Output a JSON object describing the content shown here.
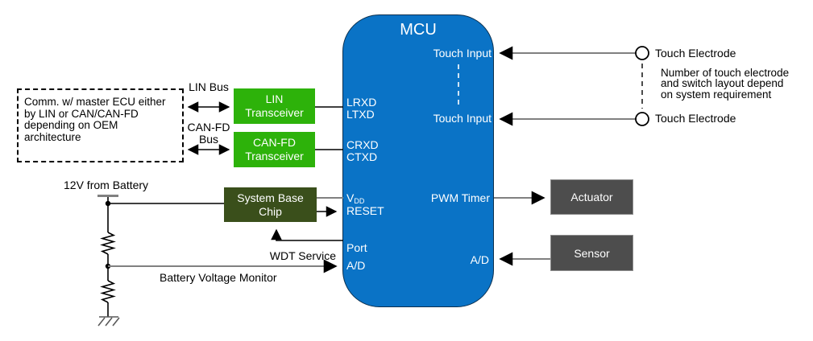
{
  "colors": {
    "mcu_blue": "#0a73c6",
    "transceiver_green": "#2db20a",
    "sbc_green": "#3a4f1b",
    "device_gray": "#4d4d4d",
    "line_gray": "#808080"
  },
  "mcu": {
    "title": "MCU",
    "pins": {
      "touch_input_1": "Touch Input",
      "touch_input_2": "Touch Input",
      "lrxd": "LRXD",
      "ltxd": "LTXD",
      "crxd": "CRXD",
      "ctxd": "CTXD",
      "vdd_base": "V",
      "vdd_sub": "DD",
      "reset": "RESET",
      "port": "Port",
      "ad_left": "A/D",
      "pwm_timer": "PWM Timer",
      "ad_right": "A/D"
    }
  },
  "comm_note": {
    "line1": "Comm. w/ master ECU either",
    "line2": "by LIN or CAN/CAN-FD",
    "line3": "depending on OEM",
    "line4": "architecture"
  },
  "buses": {
    "lin_label": "LIN Bus",
    "canfd_label_line1": "CAN-FD",
    "canfd_label_line2": "Bus"
  },
  "blocks": {
    "lin_transceiver": {
      "line1": "LIN",
      "line2": "Transceiver"
    },
    "canfd_transceiver": {
      "line1": "CAN-FD",
      "line2": "Transceiver"
    },
    "system_base_chip": {
      "line1": "System Base",
      "line2": "Chip"
    },
    "actuator": "Actuator",
    "sensor": "Sensor"
  },
  "power": {
    "battery_label": "12V from Battery",
    "wdt_label": "WDT Service",
    "bvm_label": "Battery Voltage Monitor"
  },
  "touch": {
    "electrode_1": "Touch Electrode",
    "electrode_2": "Touch Electrode",
    "note_line1": "Number of touch electrode",
    "note_line2": "and switch layout depend",
    "note_line3": "on system requirement"
  }
}
